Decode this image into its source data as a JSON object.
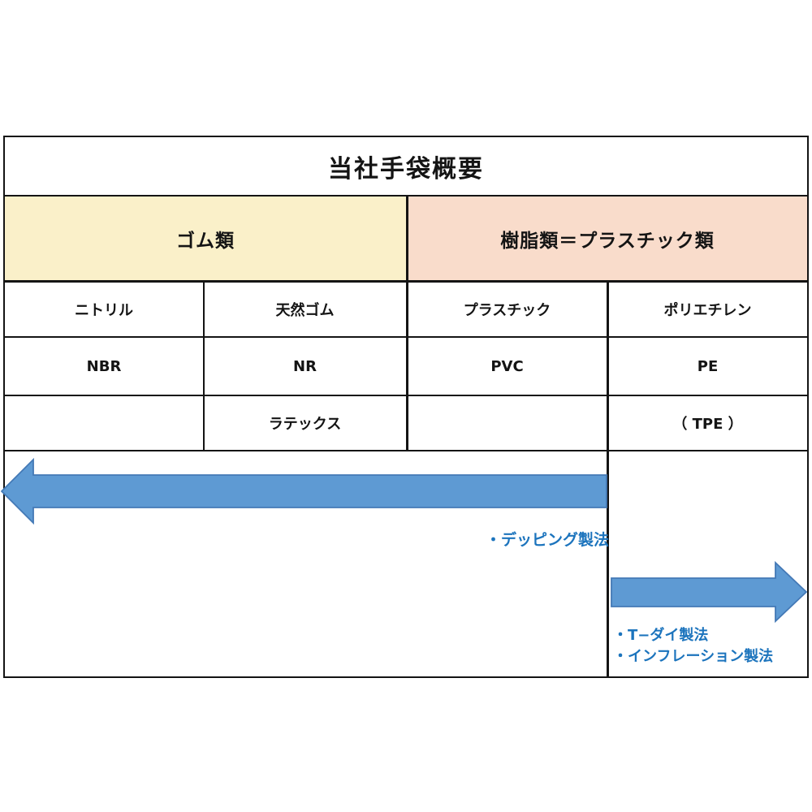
{
  "title": "当社手袋概要",
  "groups": [
    {
      "label": "ゴム類",
      "bg": "#faf0c9"
    },
    {
      "label": "樹脂類＝プラスチック類",
      "bg": "#f9dccb"
    }
  ],
  "columns": [
    {
      "name": "ニトリル",
      "code": "NBR",
      "extra": ""
    },
    {
      "name": "天然ゴム",
      "code": "NR",
      "extra": "ラテックス"
    },
    {
      "name": "プラスチック",
      "code": "PVC",
      "extra": ""
    },
    {
      "name": "ポリエチレン",
      "code": "PE",
      "extra": "（ TPE ）"
    }
  ],
  "methods": {
    "dipping": "・デッピング製法",
    "t_die": "・T−ダイ製法",
    "inflation": "・インフレーション製法"
  },
  "colors": {
    "rubber_header_bg": "#faf0c9",
    "plastic_header_bg": "#f9dccb",
    "arrow_fill": "#5e9ad3",
    "arrow_border": "#4479b6",
    "method_text": "#1c74bd",
    "grid_line": "#141414"
  }
}
